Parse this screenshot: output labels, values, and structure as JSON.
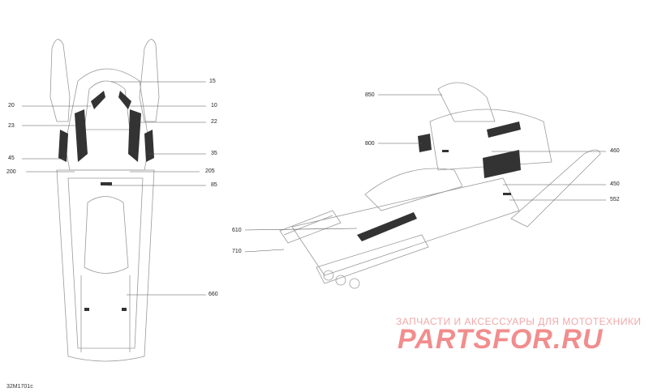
{
  "callouts_left": [
    {
      "id": "c15",
      "text": "15"
    },
    {
      "id": "c20",
      "text": "20"
    },
    {
      "id": "c10",
      "text": "10"
    },
    {
      "id": "c23",
      "text": "23"
    },
    {
      "id": "c22",
      "text": "22"
    },
    {
      "id": "c35",
      "text": "35"
    },
    {
      "id": "c45",
      "text": "45"
    },
    {
      "id": "c200",
      "text": "200"
    },
    {
      "id": "c205",
      "text": "205"
    },
    {
      "id": "c85",
      "text": "85"
    },
    {
      "id": "c660",
      "text": "660"
    }
  ],
  "callouts_right": [
    {
      "id": "c850",
      "text": "850"
    },
    {
      "id": "c800",
      "text": "800"
    },
    {
      "id": "c460",
      "text": "460"
    },
    {
      "id": "c450",
      "text": "450"
    },
    {
      "id": "c552",
      "text": "552"
    },
    {
      "id": "c610",
      "text": "610"
    },
    {
      "id": "c710",
      "text": "710"
    }
  ],
  "watermark": {
    "subtitle": "ЗАПЧАСТИ И АКСЕССУАРЫ ДЛЯ МОТОТЕХНИКИ",
    "brand": "PARTSFOR.RU"
  },
  "diagram_code": "32M1701c",
  "colors": {
    "line": "#8a8a8a",
    "dark": "#222222",
    "watermark": "#f07a7a"
  }
}
